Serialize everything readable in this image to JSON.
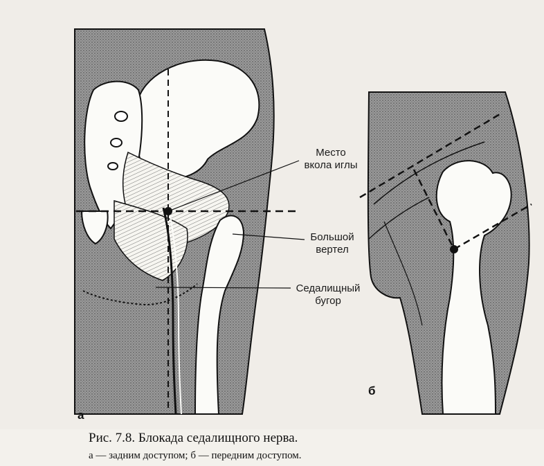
{
  "panel_a": {
    "letter": "а",
    "labels": {
      "needle_site_line1": "Место",
      "needle_site_line2": "вкола иглы",
      "trochanter_line1": "Большой",
      "trochanter_line2": "вертел",
      "tuberosity_line1": "Седалищный",
      "tuberosity_line2": "бугор"
    }
  },
  "panel_b": {
    "letter": "б"
  },
  "caption": {
    "title": "Рис. 7.8. Блокада седалищного нерва.",
    "subtitle": "а — задним доступом; б — передним доступом."
  },
  "colors": {
    "stipple_fill": "#8a8a8a",
    "bone_fill": "#fbfbf8",
    "ink": "#111111"
  }
}
